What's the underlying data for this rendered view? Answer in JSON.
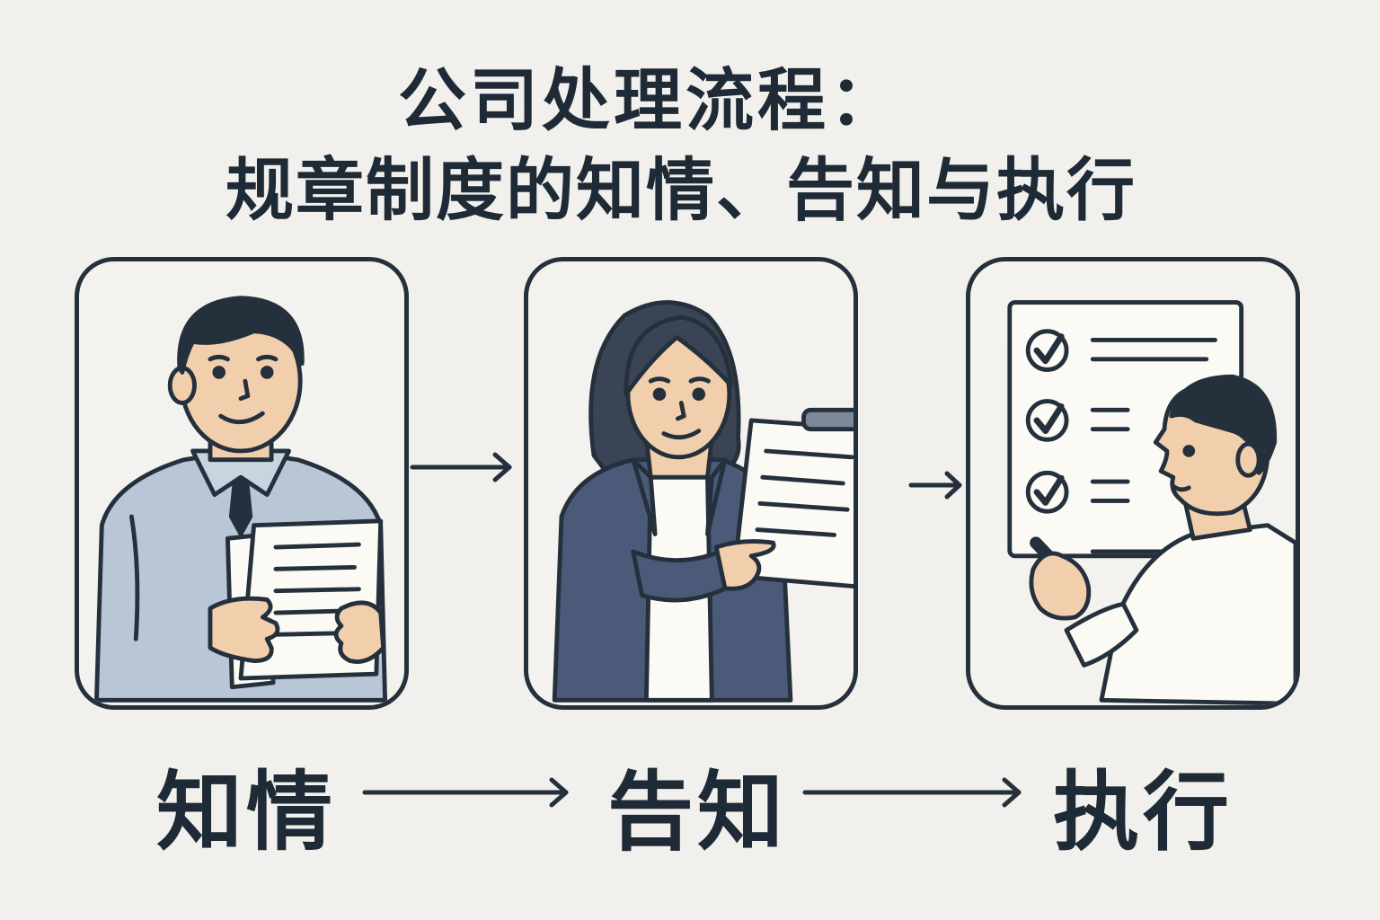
{
  "title": {
    "line1": "公司处理流程：",
    "line2": "规章制度的知情、告知与执行"
  },
  "steps": [
    {
      "label": "知情"
    },
    {
      "label": "告知"
    },
    {
      "label": "执行"
    }
  ],
  "icons": [
    "employee-reading-document-icon",
    "manager-presenting-clipboard-icon",
    "employee-checking-checklist-icon",
    "arrow-right-icon"
  ],
  "colors": {
    "background": "#f2f0ec",
    "outline": "#25303d",
    "shirt_blue": "#b9c6d6",
    "blazer_navy": "#4a5a78",
    "skin": "#f1cfac",
    "paper": "#fbfaf5"
  }
}
